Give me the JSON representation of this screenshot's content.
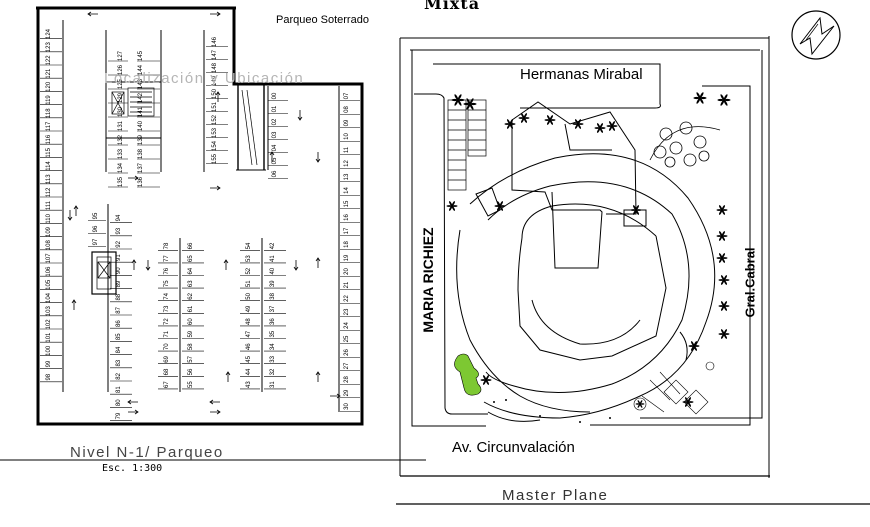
{
  "header": {
    "top_title": "Mixta",
    "parking_title": "Parqueo Soterrado",
    "overlay_title": "Localización y Ubicación"
  },
  "parking": {
    "level_title": "Nivel N-1/ Parqueo",
    "scale": "Esc. 1:300",
    "west_column": [
      "124",
      "123",
      "122",
      "121",
      "120",
      "119",
      "118",
      "117",
      "116",
      "115",
      "114",
      "113",
      "112",
      "111",
      "110",
      "109",
      "108",
      "107",
      "106",
      "105",
      "104",
      "103",
      "102",
      "101",
      "100",
      "99",
      "98"
    ],
    "ramp_left": [
      "145",
      "144",
      "143",
      "142",
      "141",
      "140",
      "139",
      "138",
      "137",
      "136"
    ],
    "ramp_mid": [
      "127",
      "126",
      "125",
      "129",
      "130",
      "131",
      "132",
      "133",
      "134",
      "135"
    ],
    "ramp_right": [
      "146",
      "147",
      "148",
      "149",
      "150",
      "151",
      "152",
      "153",
      "154",
      "155"
    ],
    "east_top": [
      "00",
      "01",
      "02",
      "03",
      "04",
      "05",
      "06"
    ],
    "east_column": [
      "07",
      "08",
      "09",
      "10",
      "11",
      "12",
      "13",
      "14",
      "15",
      "16",
      "17",
      "18",
      "19",
      "20",
      "21",
      "22",
      "23",
      "24",
      "25",
      "26",
      "27",
      "28",
      "29",
      "30"
    ],
    "row_a_left": [
      "95",
      "96",
      "97"
    ],
    "row_a_right": [
      "94",
      "93",
      "92",
      "91",
      "90",
      "89",
      "88",
      "87",
      "86",
      "85",
      "84",
      "83",
      "82",
      "81",
      "80",
      "79"
    ],
    "row_b_left": [
      "78",
      "77",
      "76",
      "75",
      "74",
      "73",
      "72",
      "71",
      "70",
      "69",
      "68",
      "67"
    ],
    "row_b_right": [
      "66",
      "65",
      "64",
      "63",
      "62",
      "61",
      "60",
      "59",
      "58",
      "57",
      "56",
      "55"
    ],
    "row_c_left": [
      "54",
      "53",
      "52",
      "51",
      "50",
      "49",
      "48",
      "47",
      "46",
      "45",
      "44",
      "43"
    ],
    "row_c_right": [
      "42",
      "41",
      "40",
      "39",
      "38",
      "37",
      "36",
      "35",
      "34",
      "33",
      "32",
      "31"
    ]
  },
  "site": {
    "master_title": "Master Plane",
    "streets": {
      "north": "Hermanas Mirabal",
      "west": "MARIA RICHIEZ",
      "east": "Gral.Cabral",
      "south": "Av. Circunvalación"
    },
    "north_arrow_icon": "north-arrow-icon",
    "vegetation_color": "#7dc832"
  }
}
